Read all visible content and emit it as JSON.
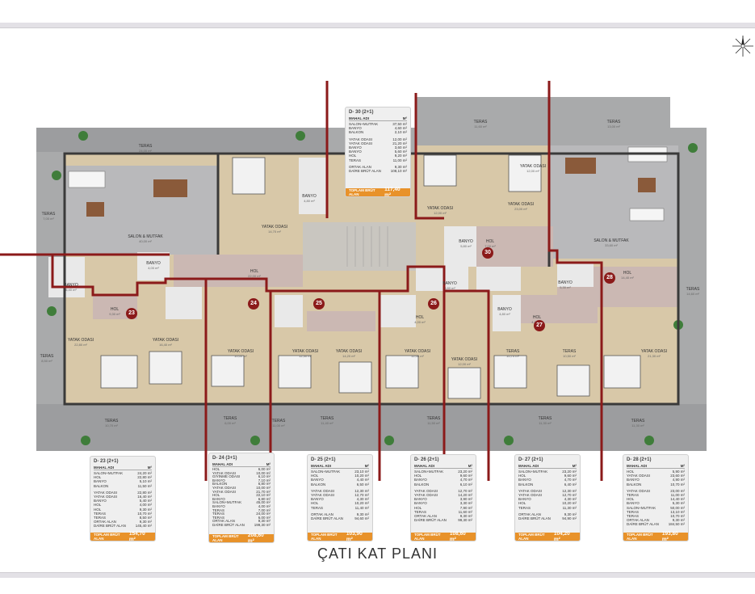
{
  "title": "ÇATI KAT PLANI",
  "colors": {
    "wall": "#8b1a1a",
    "terrace": "#a9aaab",
    "room": "#d8c8a8",
    "hall": "#cbb8b3",
    "card_total": "#e8922a"
  },
  "unit_markers": [
    "23",
    "24",
    "25",
    "26",
    "27",
    "28",
    "30"
  ],
  "rooms": [
    {
      "name": "TERAS",
      "area": "24,00 m²"
    },
    {
      "name": "TERAS",
      "area": "7,00 m²"
    },
    {
      "name": "SALON & MUTFAK",
      "area": "40,00 m²"
    },
    {
      "name": "YATAK ODASI",
      "area": "14,70 m²"
    },
    {
      "name": "BANYO",
      "area": "4,80 m²"
    },
    {
      "name": "HOL",
      "area": "22,00 m²"
    },
    {
      "name": "BANYO",
      "area": "5,40 m²"
    },
    {
      "name": "BANYO",
      "area": "4,00 m²"
    },
    {
      "name": "HOL",
      "area": "9,30 m²"
    },
    {
      "name": "YATAK ODASI",
      "area": "22,80 m²"
    },
    {
      "name": "YATAK ODASI",
      "area": "16,40 m²"
    },
    {
      "name": "TERAS",
      "area": "8,50 m²"
    },
    {
      "name": "TERAS",
      "area": "10,70 m²"
    },
    {
      "name": "YATAK ODASI",
      "area": "10,00 m²"
    },
    {
      "name": "TERAS",
      "area": "6,00 m²"
    },
    {
      "name": "YATAK ODASI",
      "area": "12,30 m²"
    },
    {
      "name": "YATAK ODASI",
      "area": "14,20 m²"
    },
    {
      "name": "TERAS",
      "area": "11,40 m²"
    },
    {
      "name": "TERAS",
      "area": "11,50 m²"
    },
    {
      "name": "TERAS",
      "area": "11,30 m²"
    },
    {
      "name": "TERAS",
      "area": "11,60 m²"
    },
    {
      "name": "TERAS",
      "area": "11,30 m²"
    },
    {
      "name": "YATAK ODASI",
      "area": "12,00 m²"
    },
    {
      "name": "YATAK ODASI",
      "area": "12,00 m²"
    },
    {
      "name": "BANYO",
      "area": "3,80 m²"
    },
    {
      "name": "HOL",
      "area": "4,00 m²"
    },
    {
      "name": "YATAK ODASI",
      "area": "12,00 m²"
    },
    {
      "name": "BANYO",
      "area": "5,80 m²"
    },
    {
      "name": "HOL",
      "area": "7,00 m²"
    },
    {
      "name": "YATAK ODASI",
      "area": "23,00 m²"
    },
    {
      "name": "SALON & MUTFAK",
      "area": "33,60 m²"
    },
    {
      "name": "HOL",
      "area": "14,40 m²"
    },
    {
      "name": "BANYO",
      "area": "5,30 m²"
    },
    {
      "name": "TERAS",
      "area": "13,00 m²"
    },
    {
      "name": "TERAS",
      "area": "14,60 m²"
    },
    {
      "name": "TERAS",
      "area": "10,70 m²"
    },
    {
      "name": "TERAS",
      "area": "10,50 m²"
    },
    {
      "name": "YATAK ODASI",
      "area": "21,30 m²"
    },
    {
      "name": "YATAK ODASI",
      "area": "12,00 m²"
    },
    {
      "name": "BANYO",
      "area": "4,80 m²"
    },
    {
      "name": "HOL",
      "area": "4,80 m²"
    },
    {
      "name": "TERAS",
      "area": "11,00 m²"
    }
  ],
  "cards": [
    {
      "id": "d30",
      "title": "D- 30  (2+1)",
      "hdr_left": "MAHAL ADI",
      "hdr_right": "M²",
      "rows": [
        [
          "SALON+MUTFAK",
          "37,50 m²"
        ],
        [
          "BANYO",
          "4,60 m²"
        ],
        [
          "BALKON",
          "2,10 m²"
        ],
        [
          "",
          ""
        ],
        [
          "YATAK ODASI",
          "12,00 m²"
        ],
        [
          "YATAK ODASI",
          "21,20 m²"
        ],
        [
          "BANYO",
          "3,60 m²"
        ],
        [
          "BANYO",
          "5,60 m²"
        ],
        [
          "HOL",
          "9,20 m²"
        ],
        [
          "TERAS",
          "11,00 m²"
        ]
      ],
      "ortak": [
        "ORTAK ALAN",
        "9,30 m²"
      ],
      "brut": [
        "DAİRE BRÜT ALAN",
        "108,10 m²"
      ],
      "total_label": "TOPLAM BRÜT ALAN",
      "total_value": "117,40 m²"
    },
    {
      "id": "d23",
      "title": "D- 23  (2+1)",
      "hdr_left": "MAHAL ADI",
      "hdr_right": "M²",
      "rows": [
        [
          "SALON+MUTFAK",
          "24,20 m²"
        ],
        [
          "HOL",
          "22,80 m²"
        ],
        [
          "BANYO",
          "5,10 m²"
        ],
        [
          "BALKON",
          "11,50 m²"
        ],
        [
          "",
          ""
        ],
        [
          "YATAK ODASI",
          "22,80 m²"
        ],
        [
          "YATAK ODASI",
          "16,40 m²"
        ],
        [
          "BANYO",
          "5,40 m²"
        ],
        [
          "HOL",
          "4,00 m²"
        ],
        [
          "HOL",
          "9,30 m²"
        ],
        [
          "TERAS",
          "10,70 m²"
        ],
        [
          "TERAS",
          "8,50 m²"
        ]
      ],
      "ortak": [
        "ORTAK ALAN",
        "9,30 m²"
      ],
      "brut": [
        "DAİRE BRÜT ALAN",
        "145,40 m²"
      ],
      "total_label": "TOPLAM BRÜT ALAN",
      "total_value": "154,70 m²"
    },
    {
      "id": "d24",
      "title": "D- 24  (3+1)",
      "hdr_left": "MAHAL ADI",
      "hdr_right": "M²",
      "rows": [
        [
          "HOL",
          "6,00 m²"
        ],
        [
          "YATAK ODASI",
          "10,00 m²"
        ],
        [
          "GİYİNME ODASI",
          "6,10 m²"
        ],
        [
          "BANYO",
          "7,10 m²"
        ],
        [
          "BALKON",
          "6,80 m²"
        ],
        [
          "",
          ""
        ],
        [
          "YATAK ODASI",
          "10,00 m²"
        ],
        [
          "YATAK ODASI",
          "21,70 m²"
        ],
        [
          "HOL",
          "22,10 m²"
        ],
        [
          "BANYO",
          "6,80 m²"
        ],
        [
          "SALON+MUTFAK",
          "45,00 m²"
        ],
        [
          "BANYO",
          "4,00 m²"
        ],
        [
          "TERAS",
          "7,00 m²"
        ],
        [
          "TERAS",
          "24,00 m²"
        ],
        [
          "TERAS",
          "6,00 m²"
        ]
      ],
      "ortak": [
        "ORTAK ALAN",
        "9,30 m²"
      ],
      "brut": [
        "DAİRE BRÜT ALAN",
        "199,30 m²"
      ],
      "total_label": "TOPLAM BRÜT ALAN",
      "total_value": "208,60 m²"
    },
    {
      "id": "d25",
      "title": "D- 25  (2+1)",
      "hdr_left": "MAHAL ADI",
      "hdr_right": "M²",
      "rows": [
        [
          "SALON+MUTFAK",
          "23,10 m²"
        ],
        [
          "HOL",
          "10,20 m²"
        ],
        [
          "BANYO",
          "4,40 m²"
        ],
        [
          "BALKON",
          "6,50 m²"
        ],
        [
          "",
          ""
        ],
        [
          "YATAK ODASI",
          "12,30 m²"
        ],
        [
          "YATAK ODASI",
          "12,70 m²"
        ],
        [
          "BANYO",
          "4,30 m²"
        ],
        [
          "HOL",
          "10,20 m²"
        ],
        [
          "TERAS",
          "11,40 m²"
        ]
      ],
      "ortak": [
        "ORTAK ALAN",
        "9,30 m²"
      ],
      "brut": [
        "DAİRE BRÜT ALAN",
        "94,60 m²"
      ],
      "total_label": "TOPLAM BRÜT ALAN",
      "total_value": "103,90 m²"
    },
    {
      "id": "d26",
      "title": "D- 26  (2+1)",
      "hdr_left": "MAHAL ADI",
      "hdr_right": "M²",
      "rows": [
        [
          "SALON+MUTFAK",
          "23,20 m²"
        ],
        [
          "HOL",
          "9,60 m²"
        ],
        [
          "BANYO",
          "4,70 m²"
        ],
        [
          "BALKON",
          "6,10 m²"
        ],
        [
          "",
          ""
        ],
        [
          "YATAK ODASI",
          "12,70 m²"
        ],
        [
          "YATAK ODASI",
          "14,20 m²"
        ],
        [
          "BANYO",
          "3,90 m²"
        ],
        [
          "BANYO",
          "3,30 m²"
        ],
        [
          "HOL",
          "7,90 m²"
        ],
        [
          "TERAS",
          "11,60 m²"
        ]
      ],
      "ortak": [
        "ORTAK ALAN",
        "9,30 m²"
      ],
      "brut": [
        "DAİRE BRÜT ALAN",
        "99,30 m²"
      ],
      "total_label": "TOPLAM BRÜT ALAN",
      "total_value": "108,60 m²"
    },
    {
      "id": "d27",
      "title": "D- 27  (2+1)",
      "hdr_left": "MAHAL ADI",
      "hdr_right": "M²",
      "rows": [
        [
          "SALON+MUTFAK",
          "23,20 m²"
        ],
        [
          "HOL",
          "9,60 m²"
        ],
        [
          "BANYO",
          "4,70 m²"
        ],
        [
          "BALKON",
          "6,40 m²"
        ],
        [
          "",
          ""
        ],
        [
          "YATAK ODASI",
          "12,30 m²"
        ],
        [
          "YATAK ODASI",
          "12,70 m²"
        ],
        [
          "BANYO",
          "4,30 m²"
        ],
        [
          "HOL",
          "10,20 m²"
        ],
        [
          "TERAS",
          "11,30 m²"
        ]
      ],
      "ortak": [
        "ORTAK ALAN",
        "9,30 m²"
      ],
      "brut": [
        "DAİRE BRÜT ALAN",
        "94,90 m²"
      ],
      "total_label": "TOPLAM BRÜT ALAN",
      "total_value": "104,20 m²"
    },
    {
      "id": "d28",
      "title": "D- 28  (2+1)",
      "hdr_left": "MAHAL ADI",
      "hdr_right": "M²",
      "rows": [
        [
          "HOL",
          "5,90 m²"
        ],
        [
          "YATAK ODASI",
          "23,60 m²"
        ],
        [
          "BANYO",
          "4,90 m²"
        ],
        [
          "BALKON",
          "10,70 m²"
        ],
        [
          "",
          ""
        ],
        [
          "YATAK ODASI",
          "23,00 m²"
        ],
        [
          "TERAS",
          "11,00 m²"
        ],
        [
          "HOL",
          "14,40 m²"
        ],
        [
          "BANYO",
          "5,30 m²"
        ],
        [
          "SALON+MUTFAK",
          "50,00 m²"
        ],
        [
          "TERAS",
          "13,10 m²"
        ],
        [
          "TERAS",
          "10,70 m²"
        ]
      ],
      "ortak": [
        "ORTAK ALAN",
        "9,30 m²"
      ],
      "brut": [
        "DAİRE BRÜT ALAN",
        "184,50 m²"
      ],
      "total_label": "TOPLAM BRÜT ALAN",
      "total_value": "193,80 m²"
    }
  ]
}
